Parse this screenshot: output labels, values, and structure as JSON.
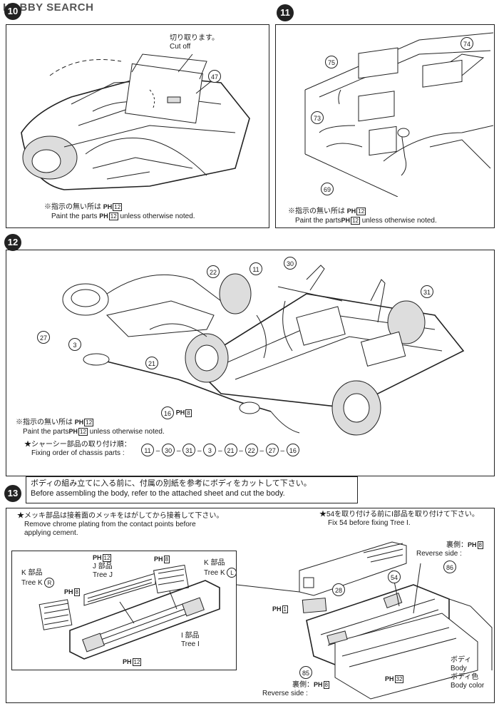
{
  "watermark": "HOBBY SEARCH",
  "step10": {
    "num": "10",
    "cut_jp": "切り取ります。",
    "cut_en": "Cut off",
    "part47": "47",
    "note_jp": "※指示の無い所は",
    "note_en": "Paint the parts",
    "note_en_tail": "unless otherwise noted.",
    "ph": "PH",
    "ph_num": "12"
  },
  "step11": {
    "num": "11",
    "parts": [
      "75",
      "74",
      "73",
      "69"
    ],
    "note_jp": "※指示の無い所は",
    "note_en": "Paint the parts",
    "note_en_tail": "unless otherwise noted.",
    "ph": "PH",
    "ph_num": "12"
  },
  "step12": {
    "num": "12",
    "parts": [
      "22",
      "11",
      "30",
      "31",
      "27",
      "3",
      "21"
    ],
    "part16": "16",
    "part16_ph": "8",
    "note_jp": "※指示の無い所は",
    "note_en": "Paint the parts",
    "note_en_tail": "unless otherwise noted.",
    "ph": "PH",
    "ph_num": "12",
    "order_jp": "★シャーシー部品の取り付け順：",
    "order_en": "Fixing order of chassis parts :",
    "order": [
      "11",
      "30",
      "31",
      "3",
      "21",
      "22",
      "27",
      "16"
    ]
  },
  "step13": {
    "num": "13",
    "banner_jp": "ボディの組み立てに入る前に、付属の別紙を参考にボディをカットして下さい。",
    "banner_en": "Before assembling the body, refer to the attached sheet and cut the body.",
    "chrome_jp": "★メッキ部品は接着面のメッキをはがしてから接着して下さい。",
    "chrome_en1": "Remove chrome plating from the contact points before",
    "chrome_en2": "applying cement.",
    "fix_jp": "★54を取り付ける前にI部品を取り付けて下さい。",
    "fix_en": "Fix 54 before fixing Tree I.",
    "k_r_jp": "K 部品",
    "k_r_en": "Tree K",
    "k_r_mark": "R",
    "k_l_jp": "K 部品",
    "k_l_en": "Tree K",
    "k_l_mark": "L",
    "j_jp": "J 部品",
    "j_en": "Tree J",
    "i_jp": "I 部品",
    "i_en": "Tree I",
    "ph8": "8",
    "ph12": "12",
    "ph1": "1",
    "ph32": "32",
    "part54": "54",
    "part86": "86",
    "part28": "28",
    "part85": "85",
    "reverse_jp": "裏側：",
    "reverse_en": "Reverse side :",
    "body_jp": "ボディ",
    "body_en": "Body",
    "bodycolor_jp": "ボディ色",
    "bodycolor_en": "Body color"
  }
}
